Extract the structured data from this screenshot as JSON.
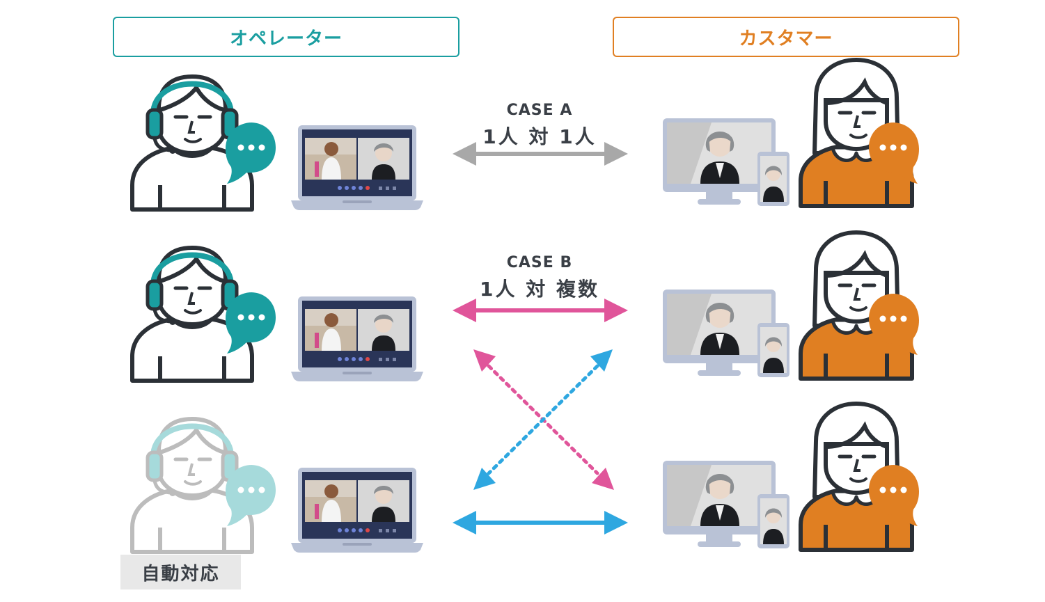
{
  "headers": {
    "operator": "オペレーター",
    "customer": "カスタマー"
  },
  "cases": [
    {
      "title": "CASE A",
      "subtitle": "1人 対 1人"
    },
    {
      "title": "CASE B",
      "subtitle": "1人 対 複数"
    }
  ],
  "auto_label": "自動対応",
  "colors": {
    "teal": "#1a9ea0",
    "orange": "#e07f22",
    "pink": "#e0559a",
    "blue": "#2ea7e0",
    "gray_arrow": "#a8a8a8",
    "outline": "#2b3036",
    "faded": "#bcbcbc",
    "faded_teal": "#a6dadb",
    "device": "#b9c2d6"
  },
  "icons": {
    "operator": "headset-operator-icon",
    "customer": "woman-customer-icon",
    "chat": "speech-bubble-icon",
    "laptop": "laptop-video-call-icon",
    "desktop": "desktop-monitor-icon",
    "phone": "smartphone-icon"
  }
}
